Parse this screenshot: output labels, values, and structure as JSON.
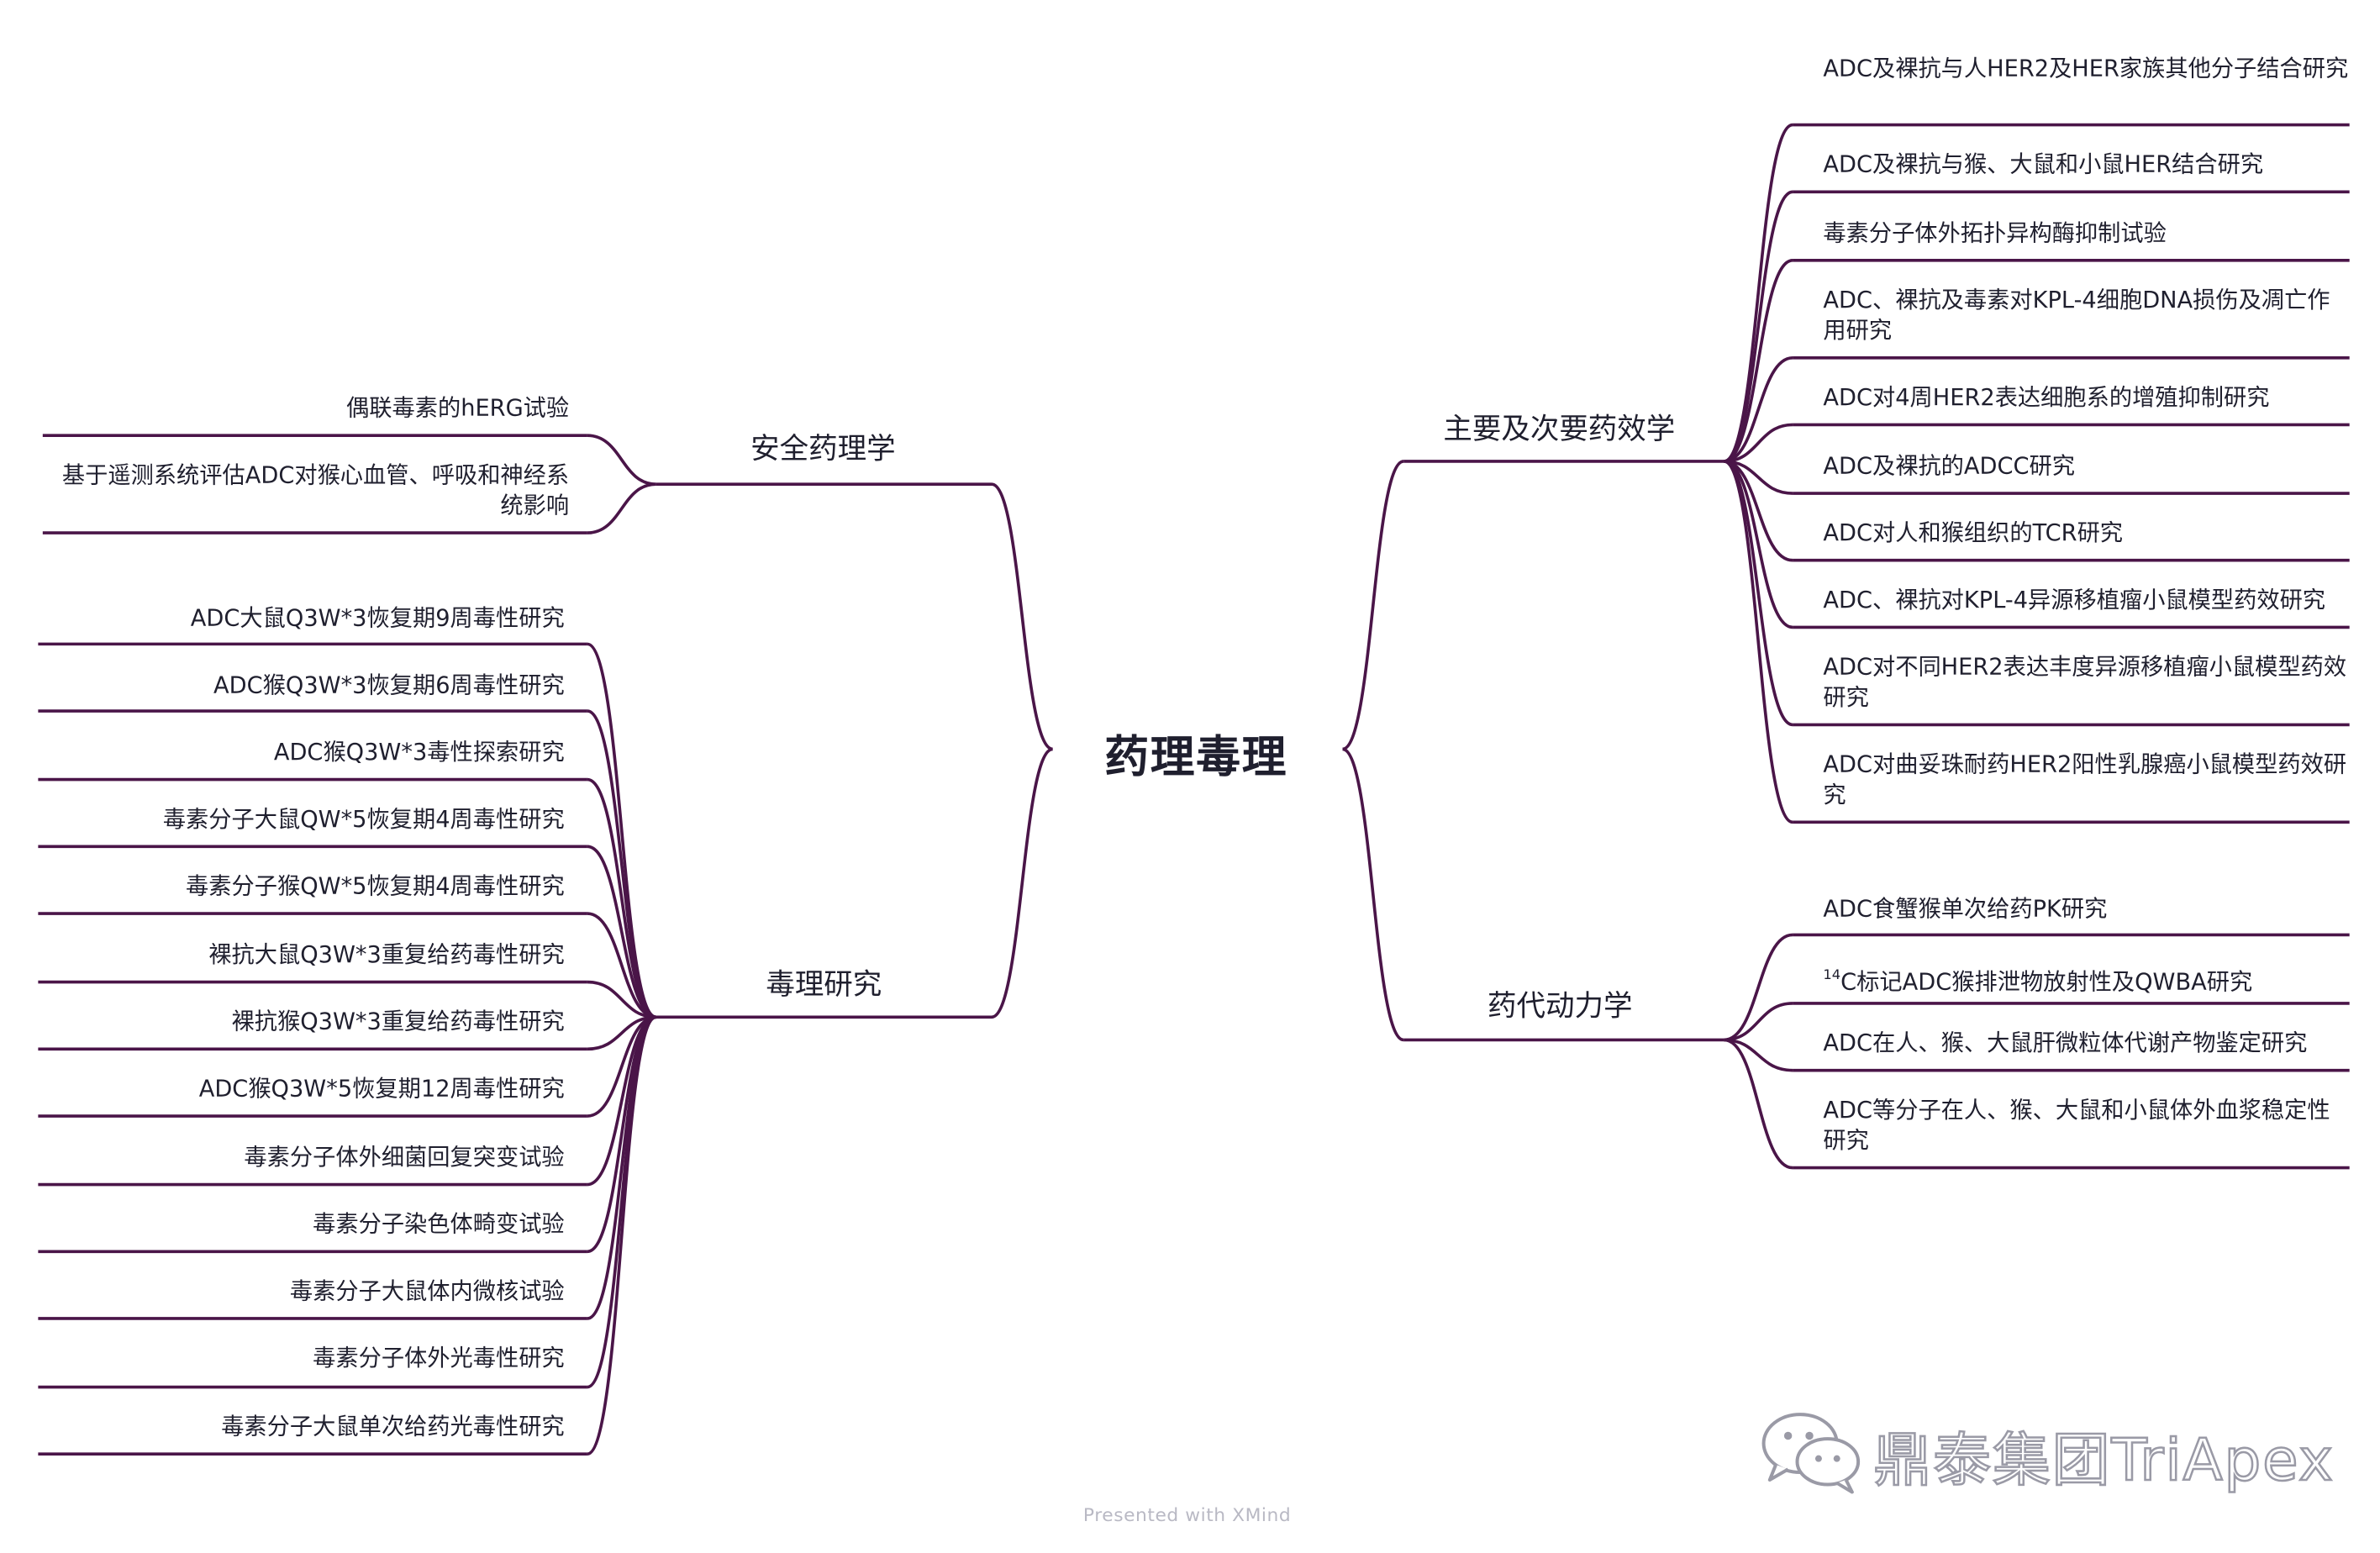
{
  "central": "药理毒理",
  "branches": {
    "safety": "安全药理学",
    "tox": "毒理研究",
    "efficacy": "主要及次要药效学",
    "pk": "药代动力学"
  },
  "safety_items": [
    "偶联毒素的hERG试验",
    "基于遥测系统评估ADC对猴心血管、呼吸和神经系统影响"
  ],
  "tox_items": [
    "ADC大鼠Q3W*3恢复期9周毒性研究",
    "ADC猴Q3W*3恢复期6周毒性研究",
    "ADC猴Q3W*3毒性探索研究",
    "毒素分子大鼠QW*5恢复期4周毒性研究",
    "毒素分子猴QW*5恢复期4周毒性研究",
    "裸抗大鼠Q3W*3重复给药毒性研究",
    "裸抗猴Q3W*3重复给药毒性研究",
    "ADC猴Q3W*5恢复期12周毒性研究",
    "毒素分子体外细菌回复突变试验",
    "毒素分子染色体畸变试验",
    "毒素分子大鼠体内微核试验",
    "毒素分子体外光毒性研究",
    "毒素分子大鼠单次给药光毒性研究"
  ],
  "efficacy_items": [
    "ADC及裸抗与人HER2及HER家族其他分子结合研究",
    "ADC及裸抗与猴、大鼠和小鼠HER结合研究",
    "毒素分子体外拓扑异构酶抑制试验",
    "ADC、裸抗及毒素对KPL-4细胞DNA损伤及凋亡作用研究",
    "ADC对4周HER2表达细胞系的增殖抑制研究",
    "ADC及裸抗的ADCC研究",
    "ADC对人和猴组织的TCR研究",
    "ADC、裸抗对KPL-4异源移植瘤小鼠模型药效研究",
    "ADC对不同HER2表达丰度异源移植瘤小鼠模型药效研究",
    "ADC对曲妥珠耐药HER2阳性乳腺癌小鼠模型药效研究"
  ],
  "pk_items": {
    "item1": "ADC食蟹猴单次给药PK研究",
    "item2_sup": "14",
    "item2_rest": "C标记ADC猴排泄物放射性及QWBA研究",
    "item3": "ADC在人、猴、大鼠肝微粒体代谢产物鉴定研究",
    "item4": "ADC等分子在人、猴、大鼠和小鼠体外血浆稳定性研究"
  },
  "footer": "Presented with XMind",
  "watermark": "鼎泰集团TriApex",
  "colors": {
    "line": "#4a1548",
    "text": "#1f1f2e"
  }
}
